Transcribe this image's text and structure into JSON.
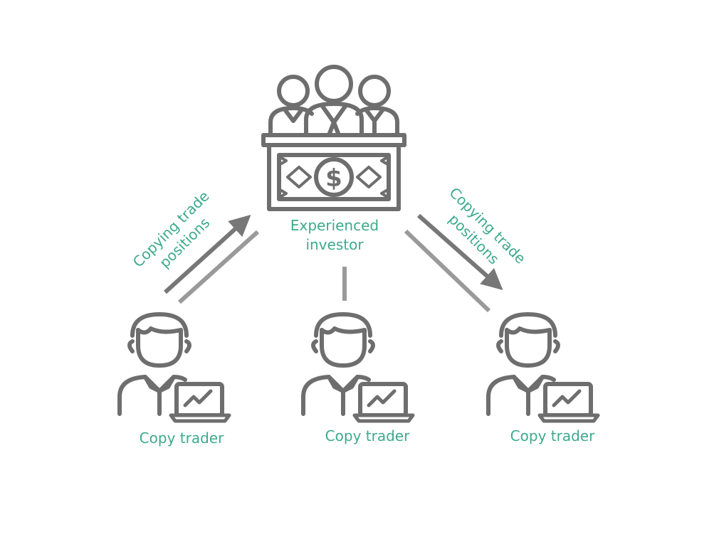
{
  "diagram": {
    "investor": {
      "label_line1": "Experienced",
      "label_line2": "investor"
    },
    "copy_labels": {
      "left": {
        "line1": "Copying trade",
        "line2": "positions"
      },
      "right": {
        "line1": "Copying trade",
        "line2": "positions"
      }
    },
    "traders": [
      {
        "label": "Copy trader"
      },
      {
        "label": "Copy trader"
      },
      {
        "label": "Copy trader"
      }
    ]
  },
  "colors": {
    "icon_stroke": "#6e6e6e",
    "connector": "#9a9a9a",
    "label_text": "#3daa8c"
  },
  "icons": [
    "investors-desk-icon",
    "dollar-icon",
    "copy-trader-icon",
    "laptop-chart-icon",
    "arrow-icon"
  ]
}
